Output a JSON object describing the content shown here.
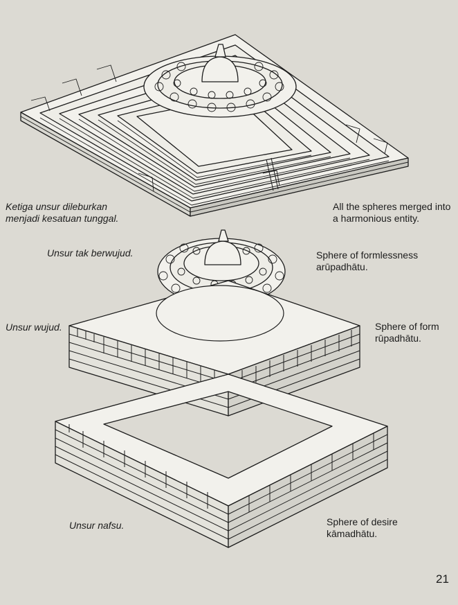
{
  "colors": {
    "paper": "#dcdad3",
    "ink": "#1c1c1c",
    "face": "#f2f1ec"
  },
  "top": {
    "id_line1": "Ketiga unsur dileburkan",
    "id_line2": "menjadi kesatuan tunggal.",
    "en_line1": "All the spheres merged into",
    "en_line2": "a harmonious entity."
  },
  "formless": {
    "id": "Unsur tak berwujud.",
    "en_line1": "Sphere of formlessness",
    "en_line2": "arūpadhātu."
  },
  "form": {
    "id": "Unsur wujud.",
    "en_line1": "Sphere of form",
    "en_line2": "rūpadhātu."
  },
  "desire": {
    "id": "Unsur nafsu.",
    "en_line1": "Sphere of desire",
    "en_line2": "kāmadhātu."
  },
  "page_number": "21"
}
